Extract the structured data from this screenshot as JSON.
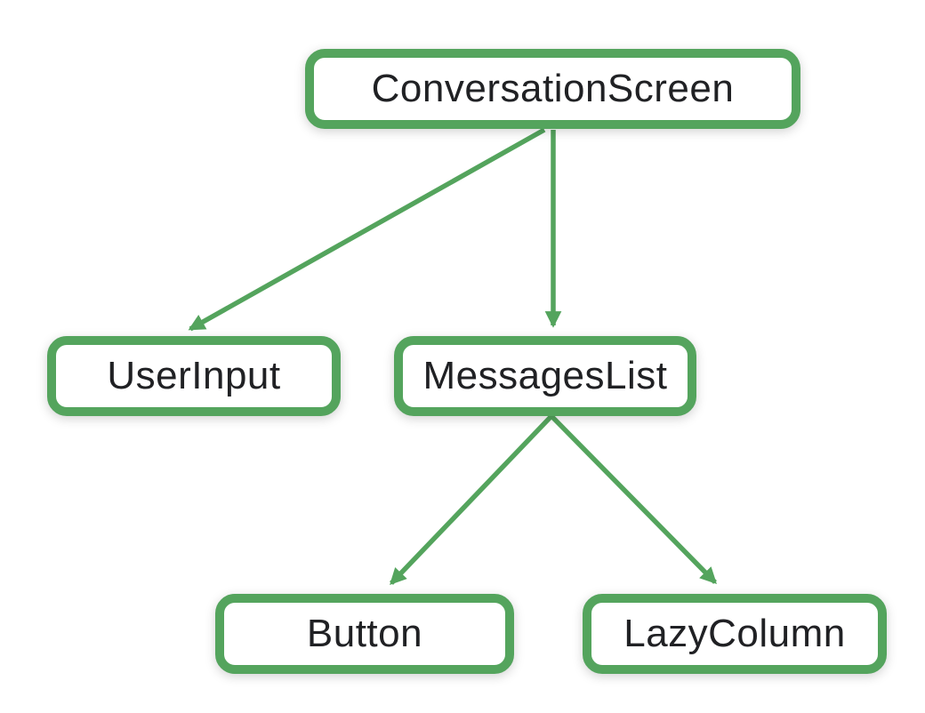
{
  "diagram": {
    "type": "tree",
    "description": "Compose UI component hierarchy",
    "colors": {
      "accent": "#54a45d",
      "node_fill": "#ffffff",
      "text": "#202124",
      "background": "#ffffff"
    },
    "nodes": [
      {
        "id": "conversation-screen",
        "label": "ConversationScreen"
      },
      {
        "id": "user-input",
        "label": "UserInput"
      },
      {
        "id": "messages-list",
        "label": "MessagesList"
      },
      {
        "id": "button",
        "label": "Button"
      },
      {
        "id": "lazy-column",
        "label": "LazyColumn"
      }
    ],
    "edges": [
      {
        "from": "ConversationScreen",
        "to": "UserInput"
      },
      {
        "from": "ConversationScreen",
        "to": "MessagesList"
      },
      {
        "from": "MessagesList",
        "to": "Button"
      },
      {
        "from": "MessagesList",
        "to": "LazyColumn"
      }
    ]
  }
}
